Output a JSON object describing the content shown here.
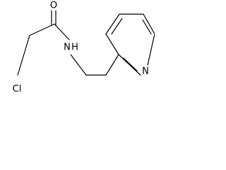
{
  "molecule": {
    "atoms": {
      "oxygen": "O",
      "chlorine": "Cl",
      "amide_nitrogen": "N",
      "amide_hydrogen": "H",
      "ring_nitrogen": "N"
    }
  },
  "colors": {
    "bond": "#000000",
    "label": "#000000",
    "background": "#ffffff"
  }
}
